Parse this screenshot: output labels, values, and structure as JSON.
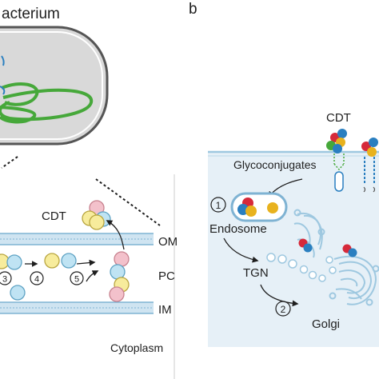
{
  "panel_a": {
    "title_fragment": "acterium",
    "membranes": {
      "om": "OM",
      "pc": "PC",
      "im": "IM",
      "cytoplasm": "Cytoplasm"
    },
    "cdt_label": "CDT",
    "steps": [
      "3",
      "4",
      "5"
    ]
  },
  "panel_b": {
    "letter": "b",
    "cdt_label": "CDT",
    "glycoconjugates_label": "Glycoconjugates",
    "endosome_label": "Endosome",
    "tgn_label": "TGN",
    "golgi_label": "Golgi",
    "steps": [
      "1",
      "2"
    ]
  },
  "colors": {
    "green_flagella": "#46a83a",
    "bacterium_fill": "#d9d9d9",
    "membrane_blue": "#9ec8e0",
    "panel_bg_blue": "#e6f0f7",
    "cdt_red": "#d6293a",
    "cdt_yellow": "#e8b21e",
    "cdt_blue": "#2a7fc0",
    "pink": "#f3c1cb",
    "light_yellow": "#f7ec9c",
    "light_blue": "#bfe3f3"
  }
}
